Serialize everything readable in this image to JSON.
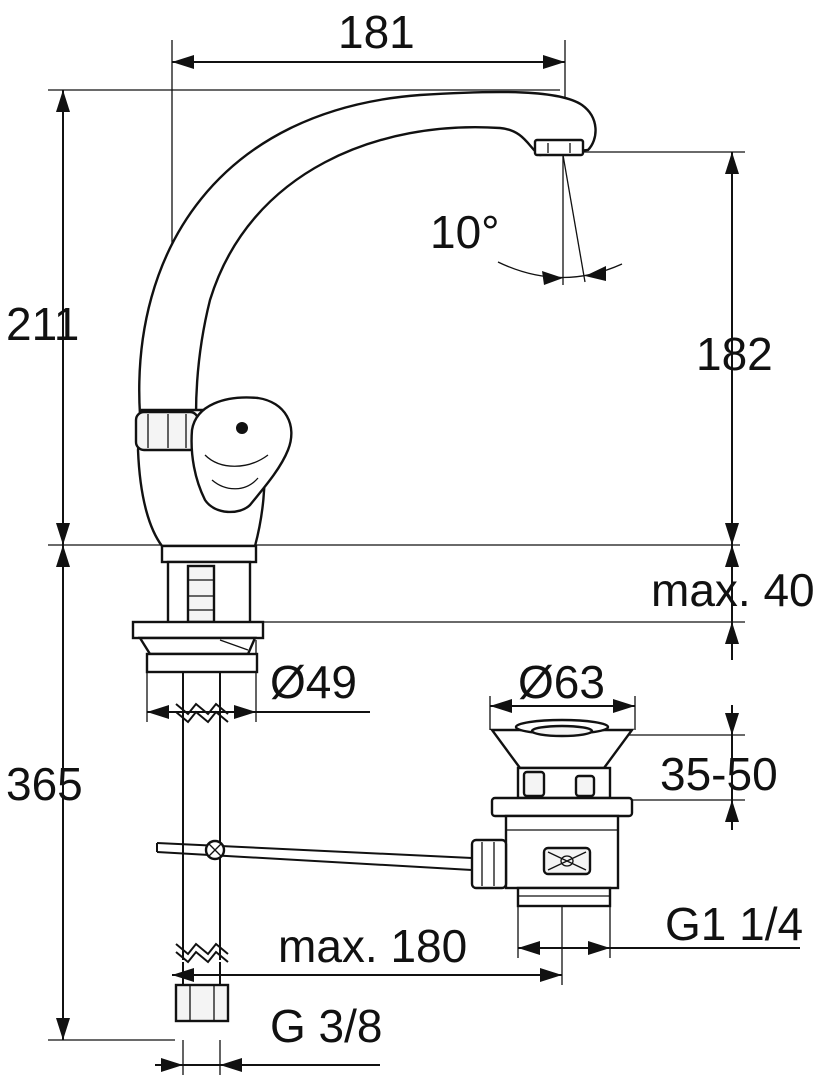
{
  "diagram": {
    "dimensions": {
      "spout_reach": "181",
      "total_height": "211",
      "outlet_height": "182",
      "spout_angle": "10°",
      "mounting_thickness": "max. 40",
      "base_diameter": "Ø49",
      "supply_length": "365",
      "waste_diameter": "Ø63",
      "waste_depth": "35-50",
      "waste_thread": "G1 1/4",
      "rod_length": "max. 180",
      "supply_thread": "G 3/8"
    },
    "line_color": "#111111",
    "background": "#ffffff"
  }
}
